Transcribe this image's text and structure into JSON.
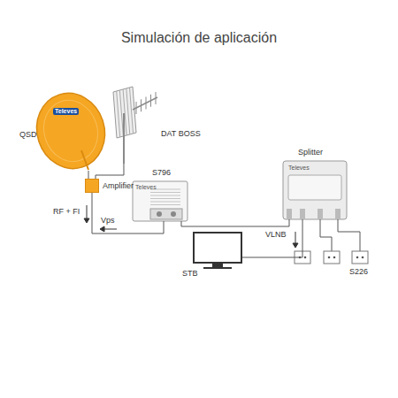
{
  "diagram": {
    "title": "Simulación de aplicación",
    "nodes": [
      {
        "text": [
          "Televes",
          "QSD"
        ]
      },
      {
        "text": [
          "DAT BOSS"
        ]
      },
      {
        "text": [
          "Amplifier"
        ]
      },
      {
        "text": [
          "S796",
          "Televes"
        ]
      },
      {
        "text": [
          "Splitter",
          "Televes"
        ]
      },
      {
        "text": [
          "STB"
        ]
      }
    ],
    "edges": [
      {
        "from": 0,
        "to": 2,
        "arrow": "none"
      },
      {
        "from": 1,
        "to": 2,
        "arrow": "none"
      },
      {
        "from": 2,
        "to": 3,
        "arrow": "none"
      },
      {
        "from": 3,
        "to": 4,
        "arrow": "none"
      },
      {
        "from": 4,
        "to": 5,
        "arrow": "none"
      }
    ],
    "labels": [
      "RF + FI",
      "Vps",
      "VLNB",
      "S226"
    ]
  }
}
